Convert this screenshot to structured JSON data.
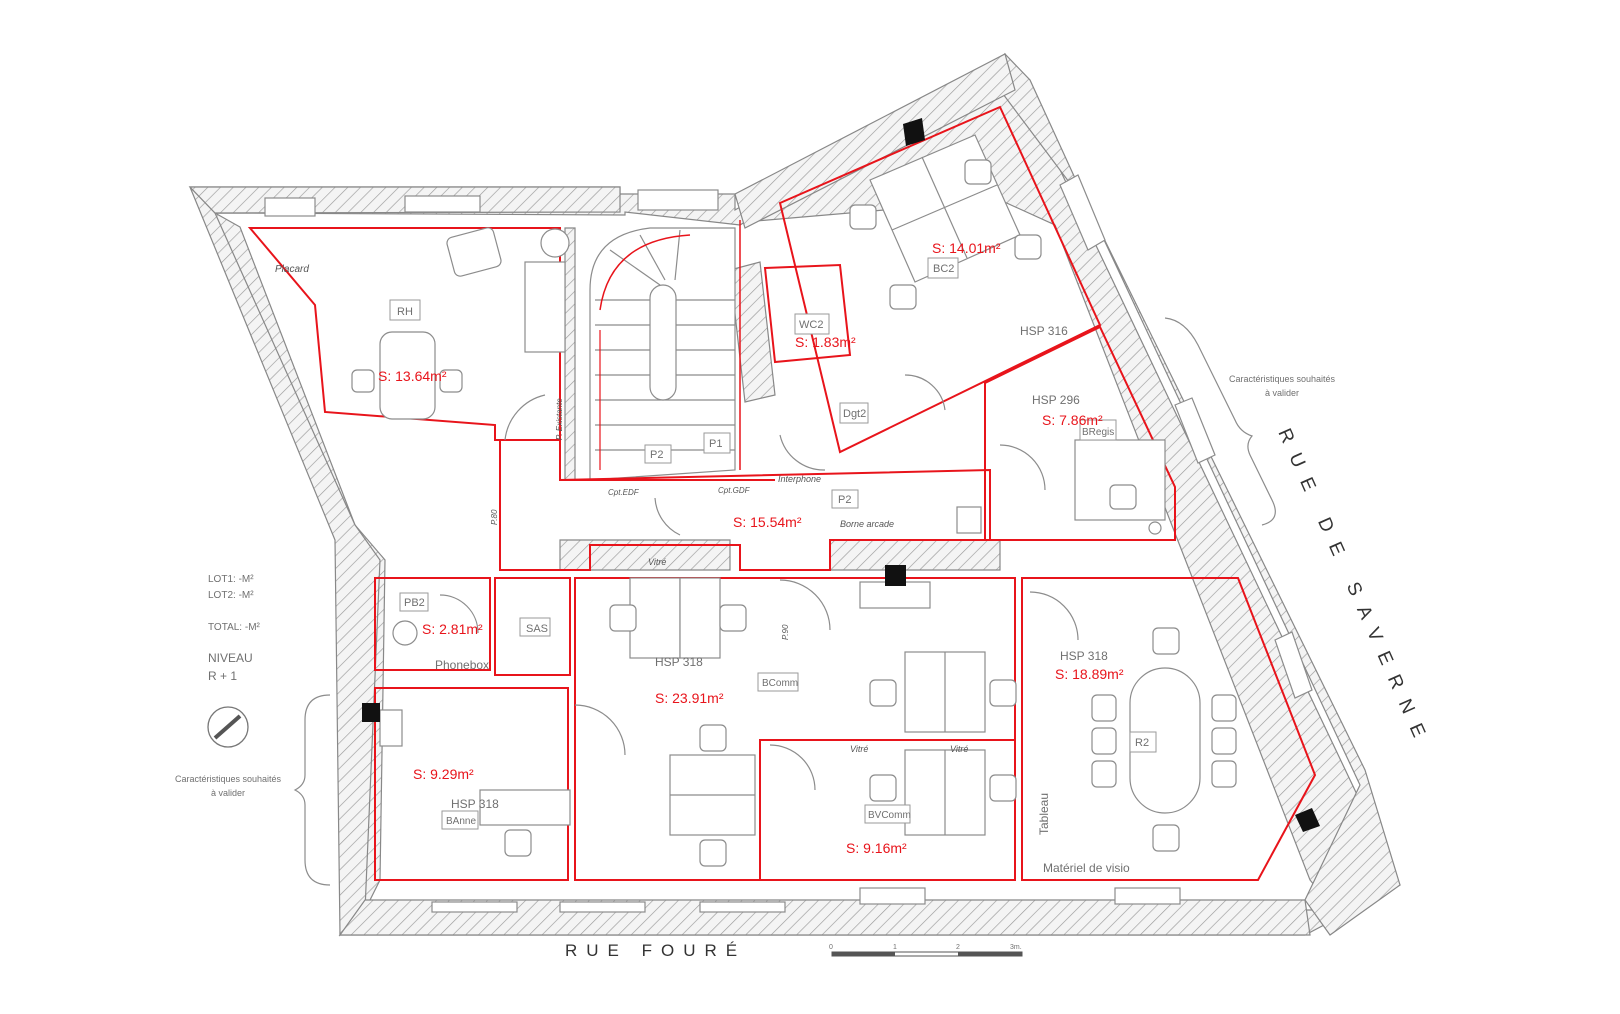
{
  "streets": {
    "bottom": "RUE FOURÉ",
    "right": "RUE DE SAVERNE"
  },
  "legend": {
    "lot1": "LOT1: -M²",
    "lot2": "LOT2: -M²",
    "total": "TOTAL: -M²",
    "niveau": "NIVEAU",
    "level": "R + 1",
    "notes": [
      "Caractéristiques souhaités",
      "à valider"
    ]
  },
  "scale_bar": {
    "ticks": [
      "0",
      "1",
      "2",
      "3m."
    ]
  },
  "rooms": {
    "rh": {
      "code": "RH",
      "area": "S: 13.64m²"
    },
    "wc2": {
      "code": "WC2",
      "area": "S: 1.83m²"
    },
    "bc2": {
      "code": "BC2",
      "area": "S: 14.01m²",
      "hsp": "HSP 316"
    },
    "bregis": {
      "code": "BRegis",
      "area": "S: 7.86m²",
      "hsp": "HSP 296"
    },
    "hall": {
      "area": "S: 15.54m²"
    },
    "pb2": {
      "code": "PB2",
      "area": "S: 2.81m²",
      "name": "Phonebox"
    },
    "sas": {
      "code": "SAS"
    },
    "bcomm": {
      "code": "BComm",
      "area": "S: 23.91m²",
      "hsp": "HSP 318"
    },
    "banne": {
      "code": "BAnne",
      "area": "S: 9.29m²",
      "hsp": "HSP 318"
    },
    "bvcomm": {
      "code": "BVComm",
      "area": "S: 9.16m²"
    },
    "r2": {
      "code": "R2",
      "area": "S: 18.89m²",
      "hsp": "HSP 318",
      "tableau": "Tableau",
      "visio": "Matériel de visio"
    }
  },
  "labels": {
    "placard": "Placard",
    "dgt2": "Dgt2",
    "p1": "P1",
    "p2": "P2",
    "interphone": "Interphone",
    "borne": "Borne arcade",
    "cpt_elec": "Cpt.EDF",
    "cpt_gdf": "Cpt.GDF",
    "p_existante": "P. Existante",
    "vitre": "Vitré",
    "p90": "P.90",
    "p80": "P.80"
  }
}
